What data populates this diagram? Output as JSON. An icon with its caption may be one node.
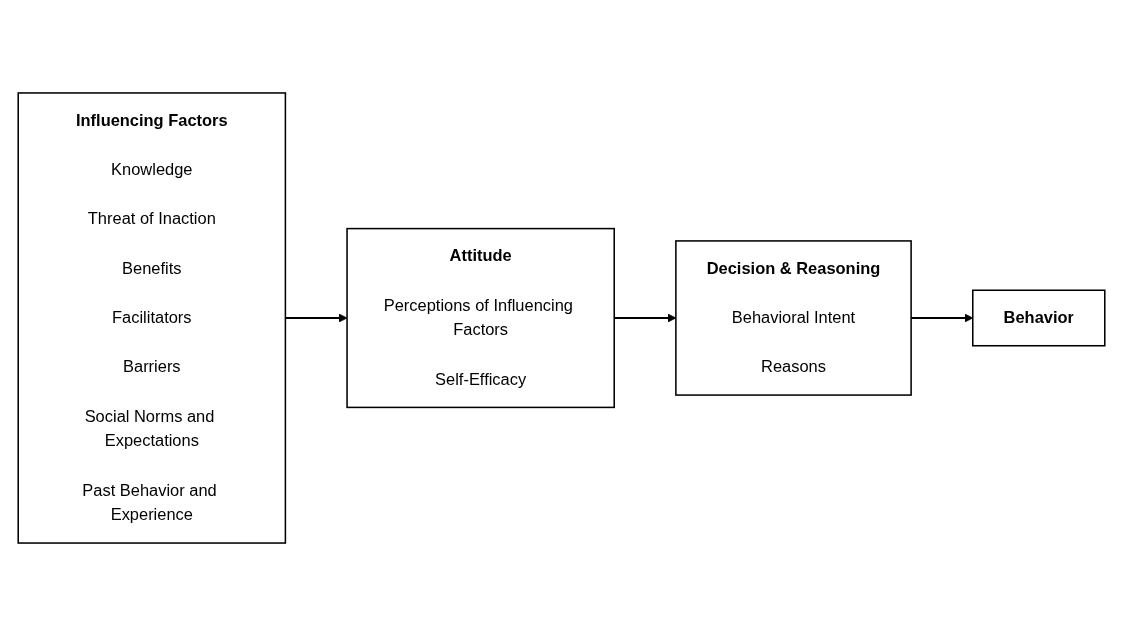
{
  "diagram": {
    "nodes": [
      {
        "text": [
          "Influencing Factors",
          "Knowledge",
          "Threat of Inaction",
          "Benefits",
          "Facilitators",
          "Barriers",
          "Social Norms and Expectations",
          "Past Behavior and Experience"
        ]
      },
      {
        "text": [
          "Attitude",
          "Perceptions of Influencing Factors",
          "Self-Efficacy"
        ]
      },
      {
        "text": [
          "Decision & Reasoning",
          "Behavioral Intent",
          "Reasons"
        ]
      },
      {
        "text": [
          "Behavior"
        ]
      }
    ],
    "edges": [
      {
        "from": 0,
        "to": 1,
        "arrow": "to"
      },
      {
        "from": 1,
        "to": 2,
        "arrow": "to"
      },
      {
        "from": 2,
        "to": 3,
        "arrow": "to"
      }
    ]
  }
}
